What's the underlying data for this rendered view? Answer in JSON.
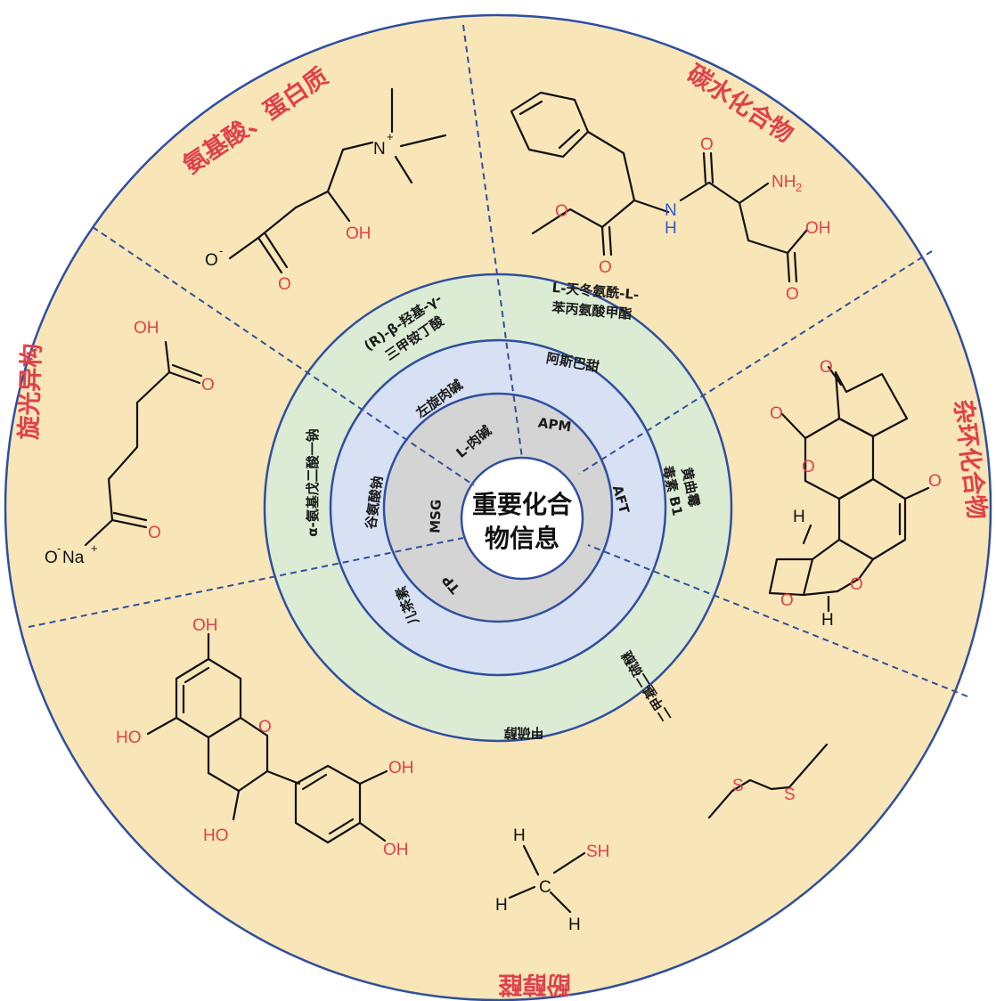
{
  "center": {
    "line1": "重要化合",
    "line2": "物信息"
  },
  "categories": {
    "amino": "氨基酸、蛋白质",
    "carb": "碳水化合物",
    "hetero": "杂环化合物",
    "phenol": "酚醇醛",
    "optical": "旋光异构"
  },
  "full_names": {
    "carnitine_1": "(R)-β-羟基-γ-",
    "carnitine_2": "三甲铵丁酸",
    "aspartame_1": "L-天冬氨酰-L-",
    "aspartame_2": "苯丙氨酸甲酯",
    "dms": "二甲基二硫醚",
    "methanethiol": "甲硫醇",
    "msg": "α-氨基戊二酸一钠"
  },
  "common_names": {
    "carnitine": "左旋肉碱",
    "aspartame": "阿斯巴甜",
    "aflatoxin_1": "黄曲霉",
    "aflatoxin_2": "毒素 B1",
    "catechin": "儿茶素",
    "msg": "谷氨酸钠"
  },
  "abbreviations": {
    "carnitine": "L-肉碱",
    "aspartame": "APM",
    "aflatoxin": "AFT",
    "catechin": "TP",
    "msg": "MSG"
  },
  "atoms": {
    "o_minus": "O",
    "minus": "-",
    "oh": "OH",
    "o": "O",
    "n": "N",
    "plus": "+",
    "h": "H",
    "nh2": "NH",
    "sub2": "2",
    "ho": "HO",
    "na": "Na",
    "s": "S",
    "sh": "SH",
    "c": "C"
  },
  "colors": {
    "outer_ring": "#f8e6b8",
    "green_ring": "#dcebd3",
    "blue_ring": "#d7e1f3",
    "gray_ring": "#d4d4d4",
    "border": "#2f4f9f",
    "category_text": "#e0404a"
  }
}
